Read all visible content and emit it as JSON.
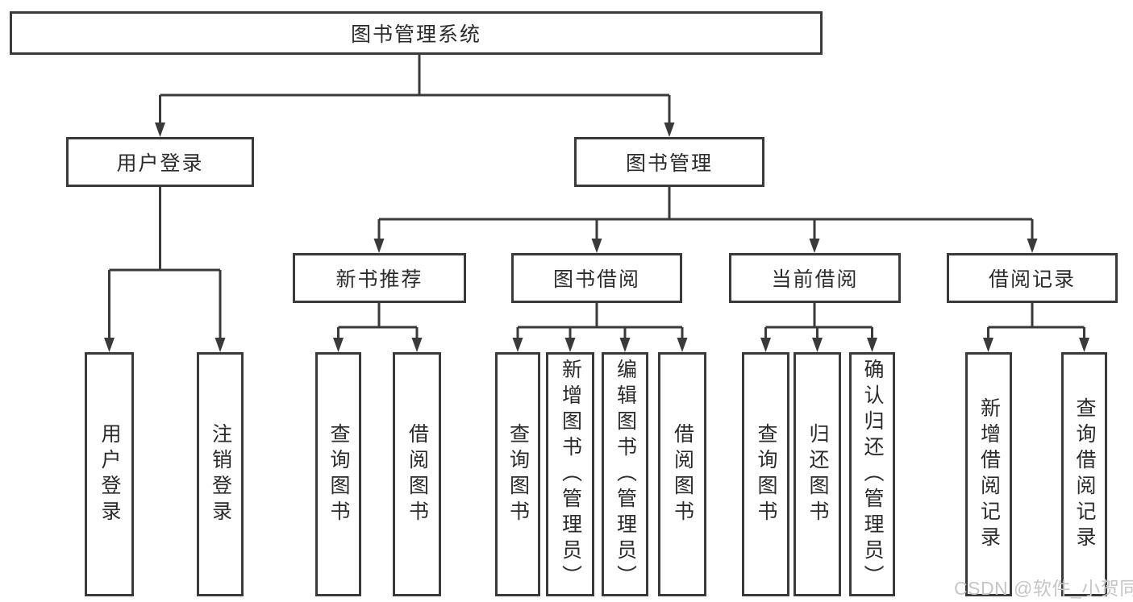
{
  "nodes": {
    "root": "图书管理系统",
    "user_login": "用户登录",
    "book_mgmt": "图书管理",
    "new_books": "新书推荐",
    "book_borrow": "图书借阅",
    "current_borrow": "当前借阅",
    "borrow_records": "借阅记录",
    "leaves": {
      "login": "用户登录",
      "logout": "注销登录",
      "nb_query": "查询图书",
      "nb_borrow": "借阅图书",
      "bb_query": "查询图书",
      "bb_add": "新增图书（管理员）",
      "bb_edit": "编辑图书（管理员）",
      "bb_borrow": "借阅图书",
      "cb_query": "查询图书",
      "cb_return": "归还图书",
      "cb_confirm": "确认归还（管理员）",
      "br_add": "新增借阅记录",
      "br_query": "查询借阅记录"
    }
  },
  "watermark": "CSDN @软件_小贺同学",
  "colors": {
    "line": "#3a3a3a",
    "box_border": "#3a3a3a",
    "text": "#2b2b2b",
    "watermark": "#c6c6c6",
    "background": "#ffffff"
  }
}
